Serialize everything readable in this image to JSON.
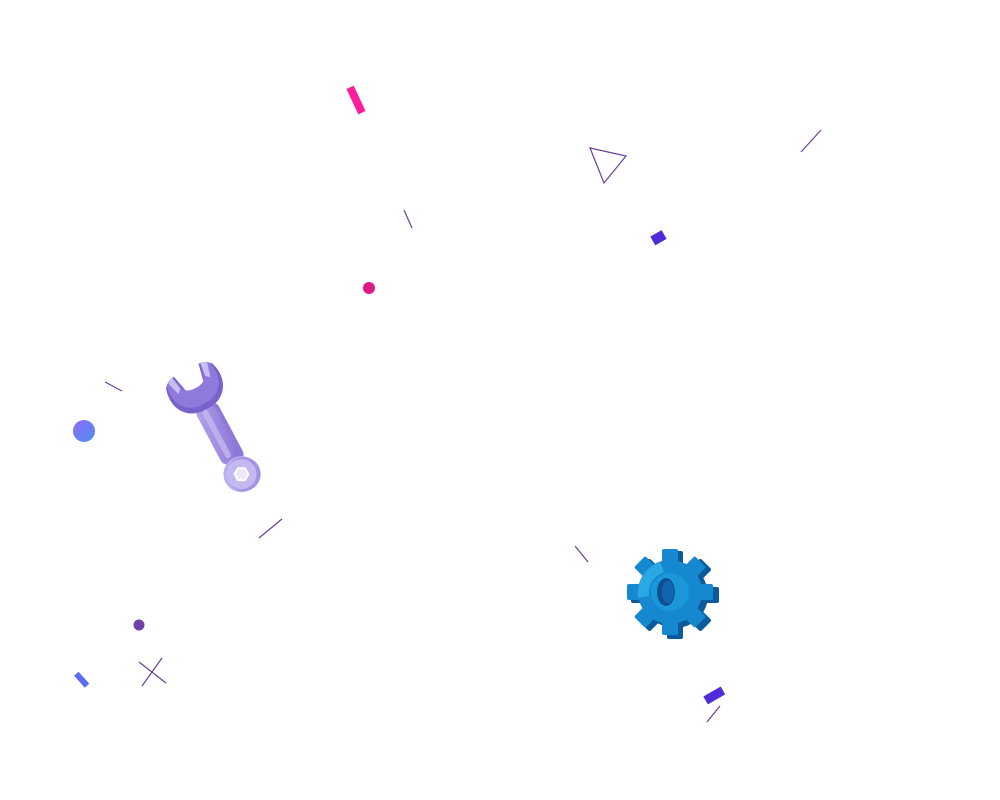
{
  "illustration": {
    "objects": [
      "wrench-icon",
      "gear-icon"
    ],
    "decorations": [
      "triangle-outline",
      "circle-dot",
      "rectangle-confetti",
      "line-stroke",
      "cross-mark"
    ]
  },
  "colors": {
    "background": "#ffffff",
    "wrench_dark": "#7a62cc",
    "wrench_mid": "#9a85dd",
    "wrench_light": "#c9bdf1",
    "gear_dark": "#0a5a9c",
    "gear_mid": "#1280c8",
    "gear_light": "#29a7e1",
    "gear_hole": "#0c4f8e",
    "pink": "#ff1f9b",
    "magenta": "#e0198a",
    "indigo": "#4f2bd9",
    "purple": "#6f42a8",
    "blue_gradient_start": "#8f6cf7",
    "blue_gradient_end": "#4a8df0",
    "line": "#6a3f96"
  }
}
